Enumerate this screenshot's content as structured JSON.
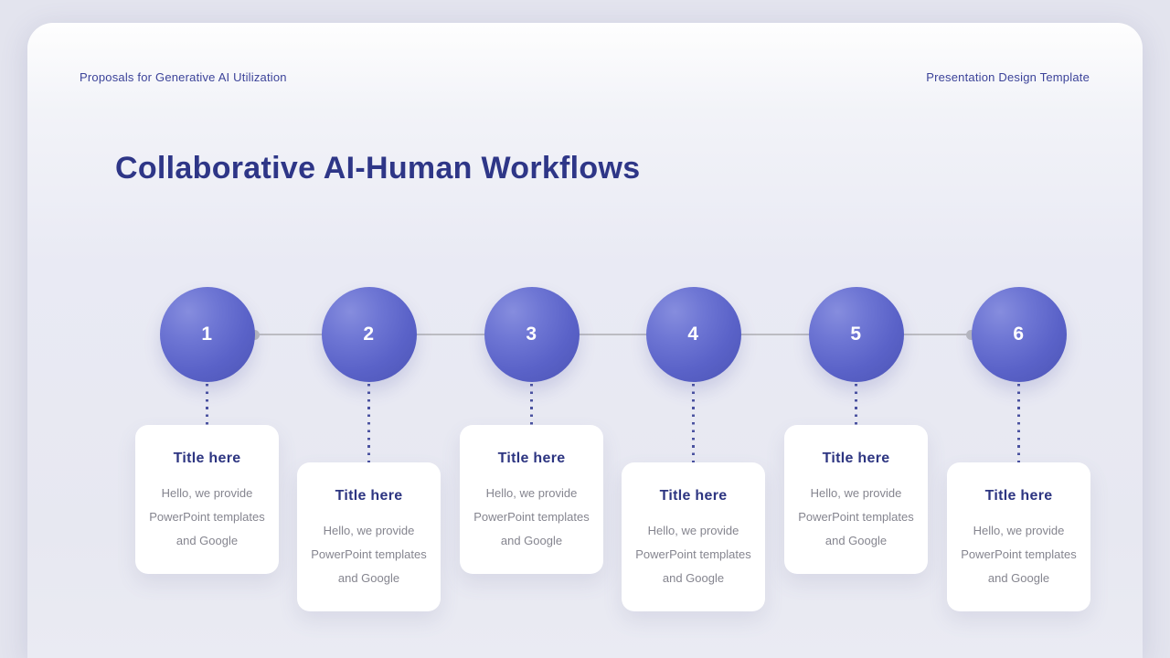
{
  "header": {
    "left_label": "Proposals for Generative AI Utilization",
    "right_label": "Presentation Design Template"
  },
  "title": "Collaborative AI-Human Workflows",
  "steps": [
    {
      "number": "1",
      "card_title": "Title here",
      "card_body": "Hello, we provide PowerPoint templates and Google",
      "card_position": "high"
    },
    {
      "number": "2",
      "card_title": "Title here",
      "card_body": "Hello, we provide PowerPoint templates and Google",
      "card_position": "low"
    },
    {
      "number": "3",
      "card_title": "Title here",
      "card_body": "Hello, we provide PowerPoint templates and Google",
      "card_position": "high"
    },
    {
      "number": "4",
      "card_title": "Title here",
      "card_body": "Hello, we provide PowerPoint templates and Google",
      "card_position": "low"
    },
    {
      "number": "5",
      "card_title": "Title here",
      "card_body": "Hello, we provide PowerPoint templates and Google",
      "card_position": "high"
    },
    {
      "number": "6",
      "card_title": "Title here",
      "card_body": "Hello, we provide PowerPoint templates and Google",
      "card_position": "low"
    }
  ],
  "colors": {
    "accent_circle": "#5a62c8",
    "title_text": "#2e3687",
    "header_text": "#3c4399",
    "card_title_text": "#2d3581",
    "card_body_text": "#85858f",
    "connector_line": "#bcbcc2",
    "connector_dot": "#b9bac0",
    "dotted_line": "#4a52a0",
    "slide_background_top": "#fefefe",
    "slide_background_bottom": "#e7e8f1",
    "page_background": "#e3e4ee"
  }
}
